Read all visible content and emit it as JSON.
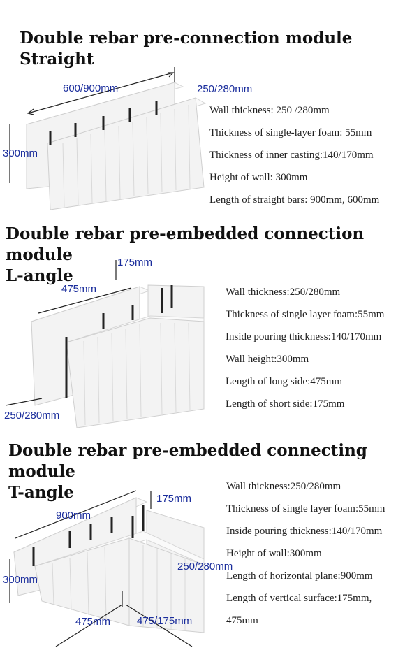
{
  "sections": [
    {
      "title": "Double rebar pre-connection module Straight",
      "dims": {
        "length": "600/900mm",
        "thickness": "250/280mm",
        "height": "300mm"
      },
      "specs": [
        "Wall thickness: 250 /280mm",
        "Thickness of single-layer foam: 55mm",
        "Thickness of inner casting:140/170mm",
        "Height of wall: 300mm",
        "Length of straight bars: 900mm, 600mm"
      ]
    },
    {
      "title_line1": "Double rebar pre-embedded connection module",
      "title_line2": "L-angle",
      "dims": {
        "short": "175mm",
        "long": "475mm",
        "thickness": "250/280mm"
      },
      "specs": [
        "Wall thickness:250/280mm",
        "Thickness of single layer foam:55mm",
        "Inside pouring thickness:140/170mm",
        "Wall height:300mm",
        "Length of long side:475mm",
        "Length of short side:175mm"
      ]
    },
    {
      "title_line1": "Double rebar pre-embedded connecting module",
      "title_line2": "T-angle",
      "dims": {
        "length": "900mm",
        "short": "175mm",
        "thickness": "250/280mm",
        "height": "300mm",
        "left": "475mm",
        "right": "475/175mm"
      },
      "specs": [
        "Wall thickness:250/280mm",
        "Thickness of single layer foam:55mm",
        "Inside pouring thickness:140/170mm",
        "Height of wall:300mm",
        "Length of horizontal plane:900mm",
        "Length of vertical surface:175mm,",
        "475mm"
      ]
    }
  ]
}
